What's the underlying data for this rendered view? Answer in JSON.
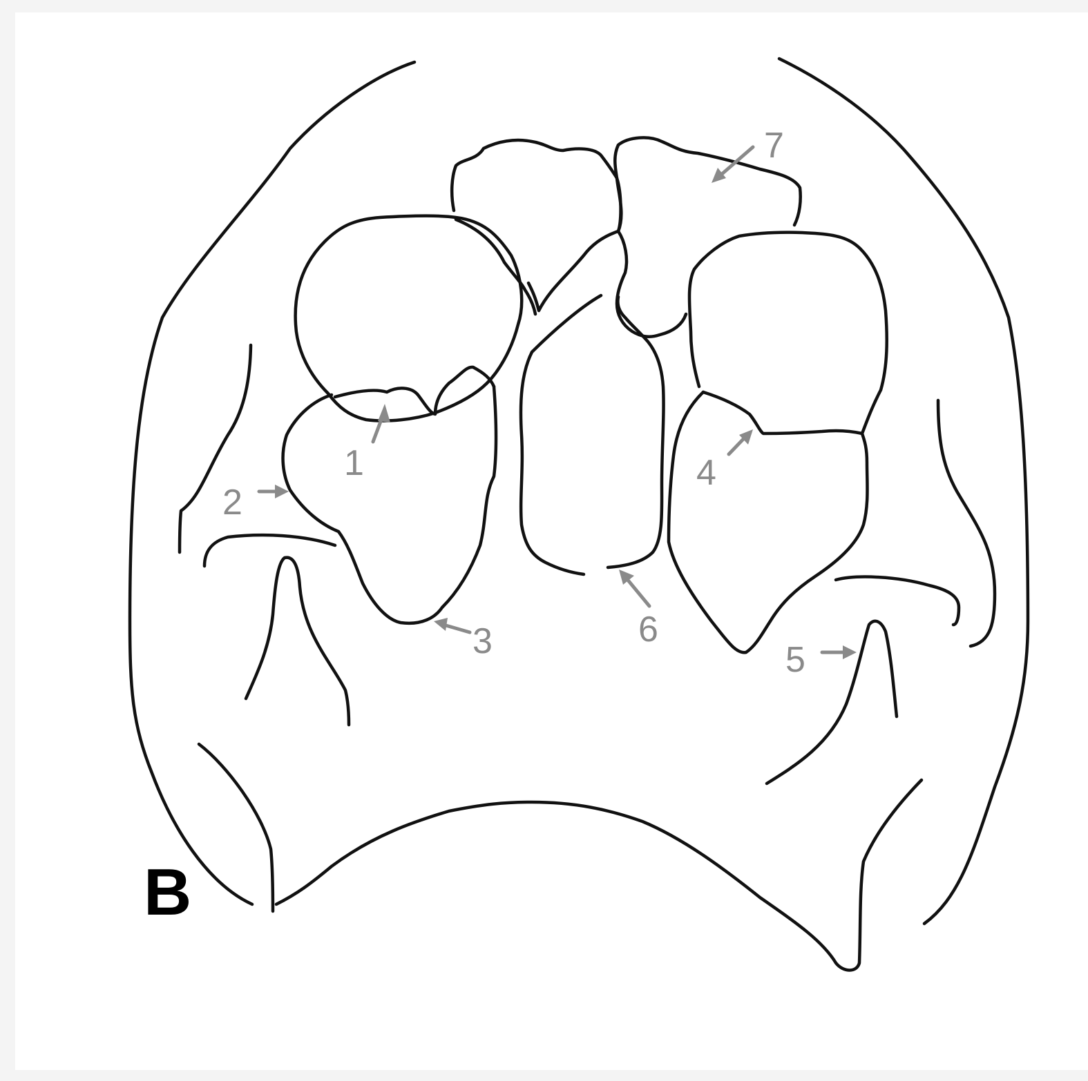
{
  "figure": {
    "panel_label": "B",
    "callouts": [
      {
        "id": "1",
        "label": "1"
      },
      {
        "id": "2",
        "label": "2"
      },
      {
        "id": "3",
        "label": "3"
      },
      {
        "id": "4",
        "label": "4"
      },
      {
        "id": "5",
        "label": "5"
      },
      {
        "id": "6",
        "label": "6"
      },
      {
        "id": "7",
        "label": "7"
      }
    ]
  },
  "colors": {
    "line": "#111111",
    "callout": "#8a8a8a",
    "background": "#ffffff"
  }
}
